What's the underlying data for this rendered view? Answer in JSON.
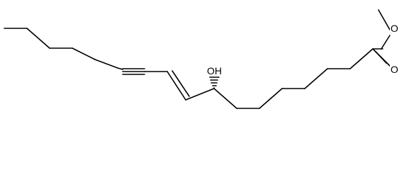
{
  "molecule": {
    "atom_labels": {
      "hydroxyl": "OH",
      "ester_oxygen_single": "O",
      "ester_oxygen_double": "O"
    },
    "features": {
      "triple_bond": true,
      "trans_double_bond": true,
      "stereocenter_hash_wedge": true,
      "methyl_ester": true
    },
    "colors": {
      "bonds": "#000000",
      "background": "#ffffff"
    }
  }
}
